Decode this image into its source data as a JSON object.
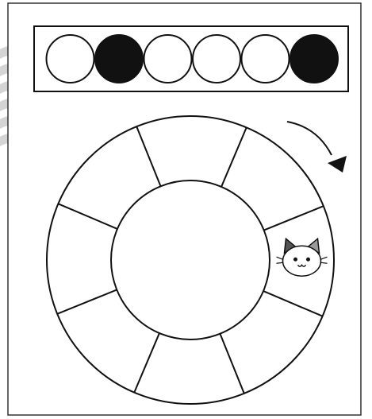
{
  "puzzle": {
    "sequence": [
      {
        "state": "white"
      },
      {
        "state": "black"
      },
      {
        "state": "white"
      },
      {
        "state": "white"
      },
      {
        "state": "white"
      },
      {
        "state": "black"
      }
    ],
    "wheel": {
      "segment_count": 8,
      "token_segment_index": 2,
      "token_icon": "cat-face-icon",
      "rotation_direction": "clockwise"
    }
  },
  "colors": {
    "ink": "#111111",
    "paper": "#ffffff",
    "frame_border": "#333333",
    "stripe": "#d4d4d4",
    "cat_ear_left": "#555555",
    "cat_ear_right": "#9a9a9a"
  }
}
